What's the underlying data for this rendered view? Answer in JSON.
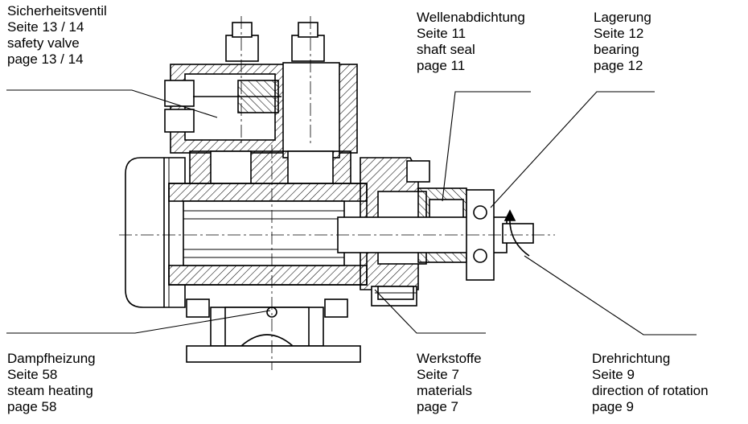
{
  "callouts": {
    "safety_valve": {
      "de": "Sicherheitsventil",
      "de_page": "Seite 13 / 14",
      "en": "safety valve",
      "en_page": "page 13 / 14"
    },
    "shaft_seal": {
      "de": "Wellenabdichtung",
      "de_page": "Seite 11",
      "en": "shaft seal",
      "en_page": "page 11"
    },
    "bearing": {
      "de": "Lagerung",
      "de_page": "Seite 12",
      "en": "bearing",
      "en_page": "page 12"
    },
    "steam_heating": {
      "de": "Dampfheizung",
      "de_page": "Seite 58",
      "en": "steam heating",
      "en_page": "page 58"
    },
    "materials": {
      "de": "Werkstoffe",
      "de_page": "Seite 7",
      "en": "materials",
      "en_page": "page 7"
    },
    "rotation": {
      "de": "Drehrichtung",
      "de_page": "Seite 9",
      "en": "direction of rotation",
      "en_page": "page 9"
    }
  },
  "colors": {
    "ink": "#000000",
    "paper": "#ffffff",
    "section_fill": "#ffffff"
  }
}
